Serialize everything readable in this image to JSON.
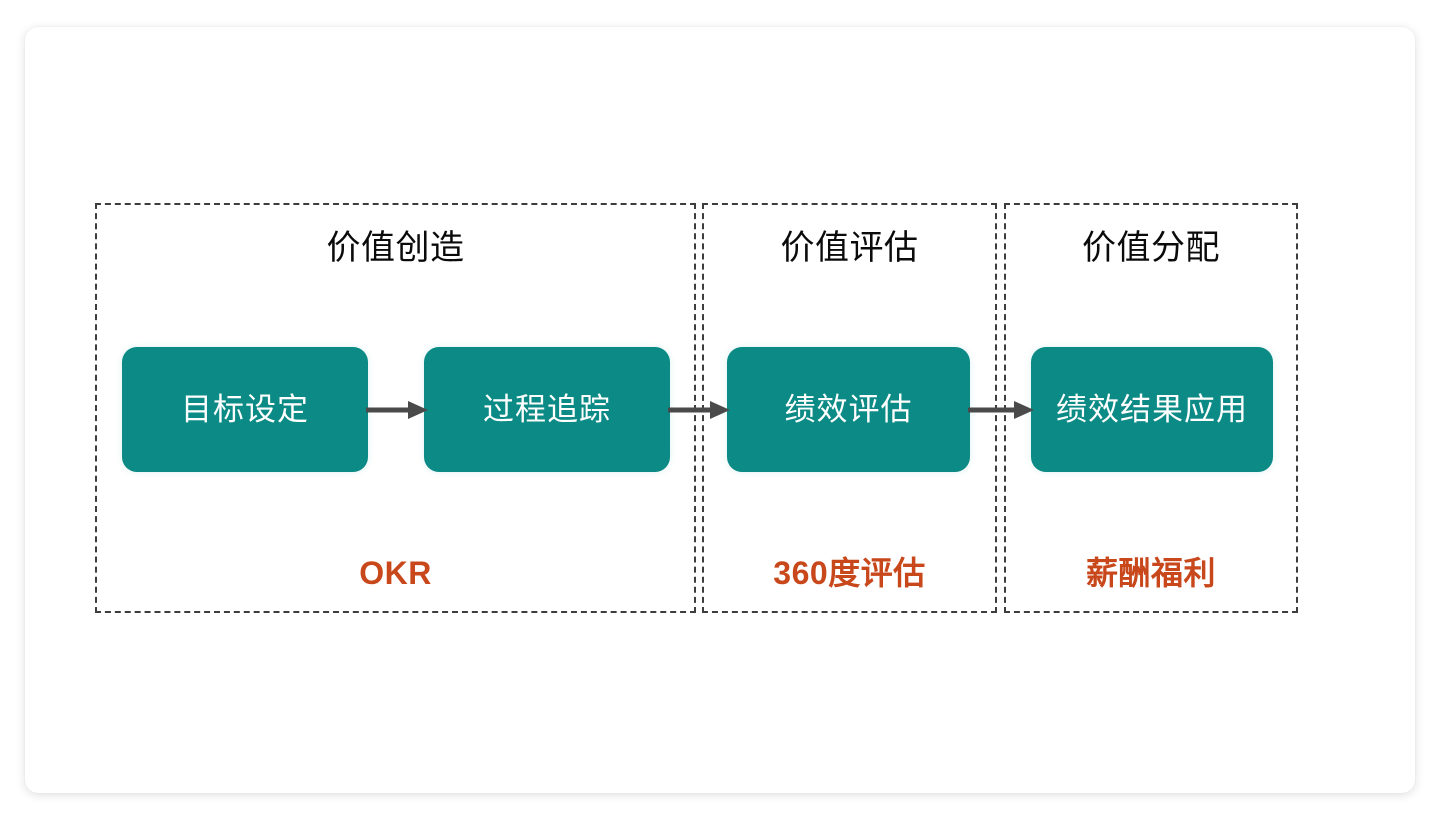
{
  "slide": {
    "background_color": "#ffffff",
    "card_color": "#ffffff"
  },
  "theme": {
    "box_color": "#0c8a85",
    "box_text_color": "#ffffff",
    "tag_color": "#c8481c",
    "panel_border_color": "#3d3d3d",
    "arrow_color": "#4a4a4a",
    "title_color": "#0b0b0b"
  },
  "diagram": {
    "type": "process-flow",
    "phases": [
      {
        "title": "价值创造",
        "tag": "OKR",
        "steps": [
          "目标设定",
          "过程追踪"
        ]
      },
      {
        "title": "价值评估",
        "tag": "360度评估",
        "steps": [
          "绩效评估"
        ]
      },
      {
        "title": "价值分配",
        "tag": "薪酬福利",
        "steps": [
          "绩效结果应用"
        ]
      }
    ],
    "steps_flat": [
      "目标设定",
      "过程追踪",
      "绩效评估",
      "绩效结果应用"
    ],
    "arrows": [
      {
        "from": "目标设定",
        "to": "过程追踪",
        "icon": "arrow-right-icon"
      },
      {
        "from": "过程追踪",
        "to": "绩效评估",
        "icon": "arrow-right-icon"
      },
      {
        "from": "绩效评估",
        "to": "绩效结果应用",
        "icon": "arrow-right-icon"
      }
    ]
  }
}
